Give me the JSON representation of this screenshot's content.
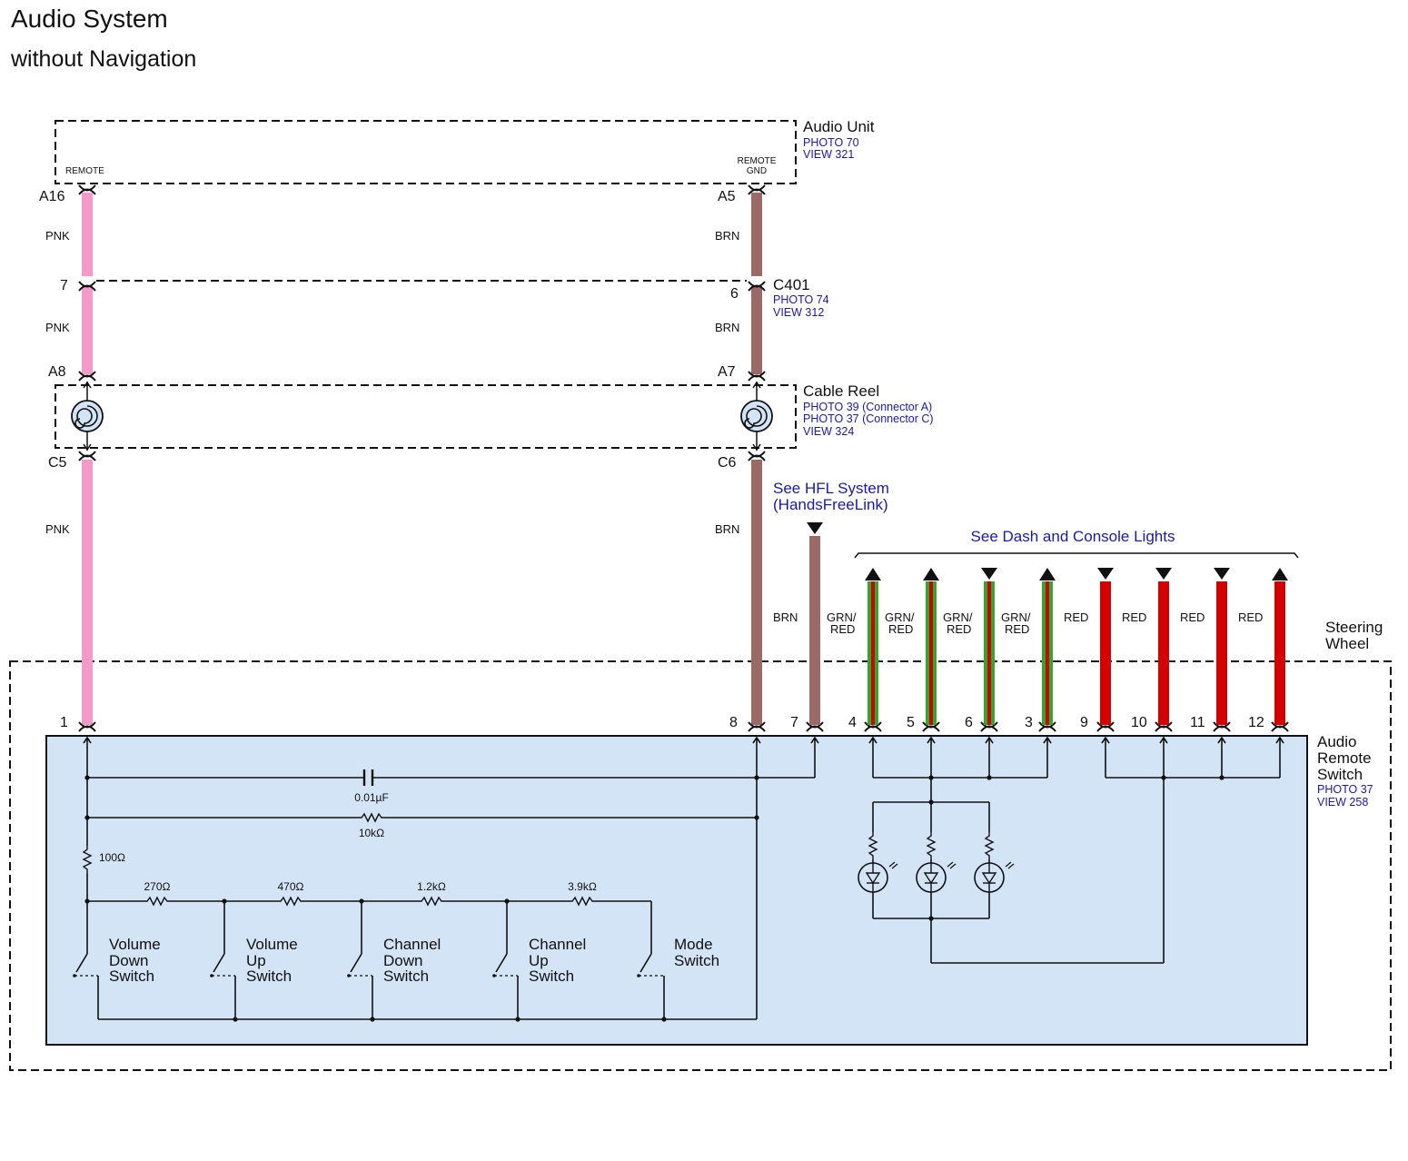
{
  "title": "Audio System",
  "subtitle": "without Navigation",
  "audio_unit": {
    "name": "Audio Unit",
    "photo": "PHOTO 70",
    "view": "VIEW 321",
    "pin_remote": "REMOTE",
    "pin_remote_gnd_1": "REMOTE",
    "pin_remote_gnd_2": "GND",
    "terminal_left": "A16",
    "terminal_right": "A5"
  },
  "connector_c401": {
    "name": "C401",
    "photo": "PHOTO 74",
    "view": "VIEW 312",
    "pin_left": "7",
    "pin_right": "6"
  },
  "cable_reel": {
    "name": "Cable Reel",
    "photo_a": "PHOTO 39 (Connector A)",
    "photo_c": "PHOTO 37 (Connector C)",
    "view": "VIEW 324",
    "top_left": "A8",
    "top_right": "A7",
    "bottom_left": "C5",
    "bottom_right": "C6"
  },
  "wire_colors": {
    "pnk": "PNK",
    "brn": "BRN",
    "grn_red_1": "GRN/",
    "grn_red_2": "RED",
    "red": "RED"
  },
  "references": {
    "hfl_1": "See HFL System",
    "hfl_2": "(HandsFreeLink)",
    "dash": "See Dash and Console Lights"
  },
  "steering_wheel": {
    "line1": "Steering",
    "line2": "Wheel"
  },
  "remote_switch": {
    "line1": "Audio",
    "line2": "Remote",
    "line3": "Switch",
    "photo": "PHOTO 37",
    "view": "VIEW 258",
    "pins": [
      "1",
      "8",
      "7",
      "4",
      "5",
      "6",
      "3",
      "9",
      "10",
      "11",
      "12"
    ]
  },
  "components": {
    "capacitor": "0.01µF",
    "r10k": "10kΩ",
    "r100": "100Ω",
    "r270": "270Ω",
    "r470": "470Ω",
    "r1k2": "1.2kΩ",
    "r3k9": "3.9kΩ"
  },
  "switches": [
    {
      "l1": "Volume",
      "l2": "Down",
      "l3": "Switch"
    },
    {
      "l1": "Volume",
      "l2": "Up",
      "l3": "Switch"
    },
    {
      "l1": "Channel",
      "l2": "Down",
      "l3": "Switch"
    },
    {
      "l1": "Channel",
      "l2": "Up",
      "l3": "Switch"
    },
    {
      "l1": "Mode",
      "l2": "Switch",
      "l3": ""
    }
  ],
  "colors": {
    "box_fill": "#d2e4f6",
    "pink": "#f39ac8",
    "brown": "#9b6a66",
    "green": "#2fa82f",
    "red": "#d40000",
    "reference_blue": "#1a1aa6"
  }
}
